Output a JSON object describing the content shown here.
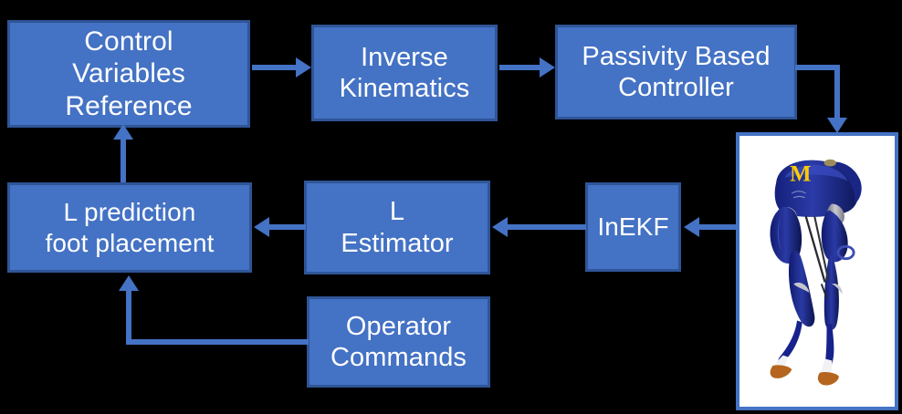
{
  "diagram": {
    "type": "block-diagram",
    "background_color": "#000000",
    "node_fill_color": "#4472C4",
    "node_border_color": "#2F5597",
    "node_text_color": "#FFFFFF",
    "arrow_color": "#4472C4",
    "robot_panel_background": "#FFFFFF",
    "robot_panel_border_color": "#4472C4",
    "nodes": [
      {
        "id": "control-variables-reference",
        "label": "Control\nVariables\nReference"
      },
      {
        "id": "inverse-kinematics",
        "label": "Inverse\nKinematics"
      },
      {
        "id": "passivity-based-controller",
        "label": "Passivity Based\nController"
      },
      {
        "id": "l-prediction-foot-placement",
        "label": "L prediction\nfoot placement"
      },
      {
        "id": "l-estimator",
        "label": "L\nEstimator"
      },
      {
        "id": "inekf",
        "label": "InEKF"
      },
      {
        "id": "operator-commands",
        "label": "Operator\nCommands"
      }
    ],
    "robot": {
      "name": "bipedal-robot",
      "logo_text": "M",
      "logo_color": "#FFCB05",
      "body_color": "#1B2B8C",
      "accent_color": "#B0B0B8",
      "foot_color": "#B5651D"
    },
    "edges": [
      {
        "from": "control-variables-reference",
        "to": "inverse-kinematics",
        "direction": "right"
      },
      {
        "from": "inverse-kinematics",
        "to": "passivity-based-controller",
        "direction": "right"
      },
      {
        "from": "passivity-based-controller",
        "to": "robot-panel",
        "direction": "down"
      },
      {
        "from": "robot-panel",
        "to": "inekf",
        "direction": "left"
      },
      {
        "from": "inekf",
        "to": "l-estimator",
        "direction": "left"
      },
      {
        "from": "l-estimator",
        "to": "l-prediction-foot-placement",
        "direction": "left"
      },
      {
        "from": "l-prediction-foot-placement",
        "to": "control-variables-reference",
        "direction": "up"
      },
      {
        "from": "operator-commands",
        "to": "l-prediction-foot-placement",
        "direction": "up"
      }
    ]
  }
}
